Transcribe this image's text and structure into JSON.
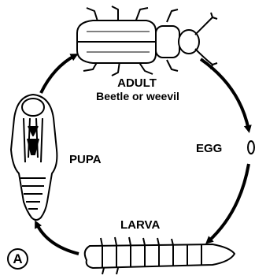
{
  "diagram": {
    "stages": {
      "adult": {
        "title": "ADULT",
        "subtitle": "Beetle or weevil"
      },
      "egg": {
        "title": "EGG"
      },
      "larva": {
        "title": "LARVA"
      },
      "pupa": {
        "title": "PUPA"
      }
    },
    "panel_letter": "A",
    "colors": {
      "ink": "#000000",
      "fill": "#ffffff"
    }
  }
}
